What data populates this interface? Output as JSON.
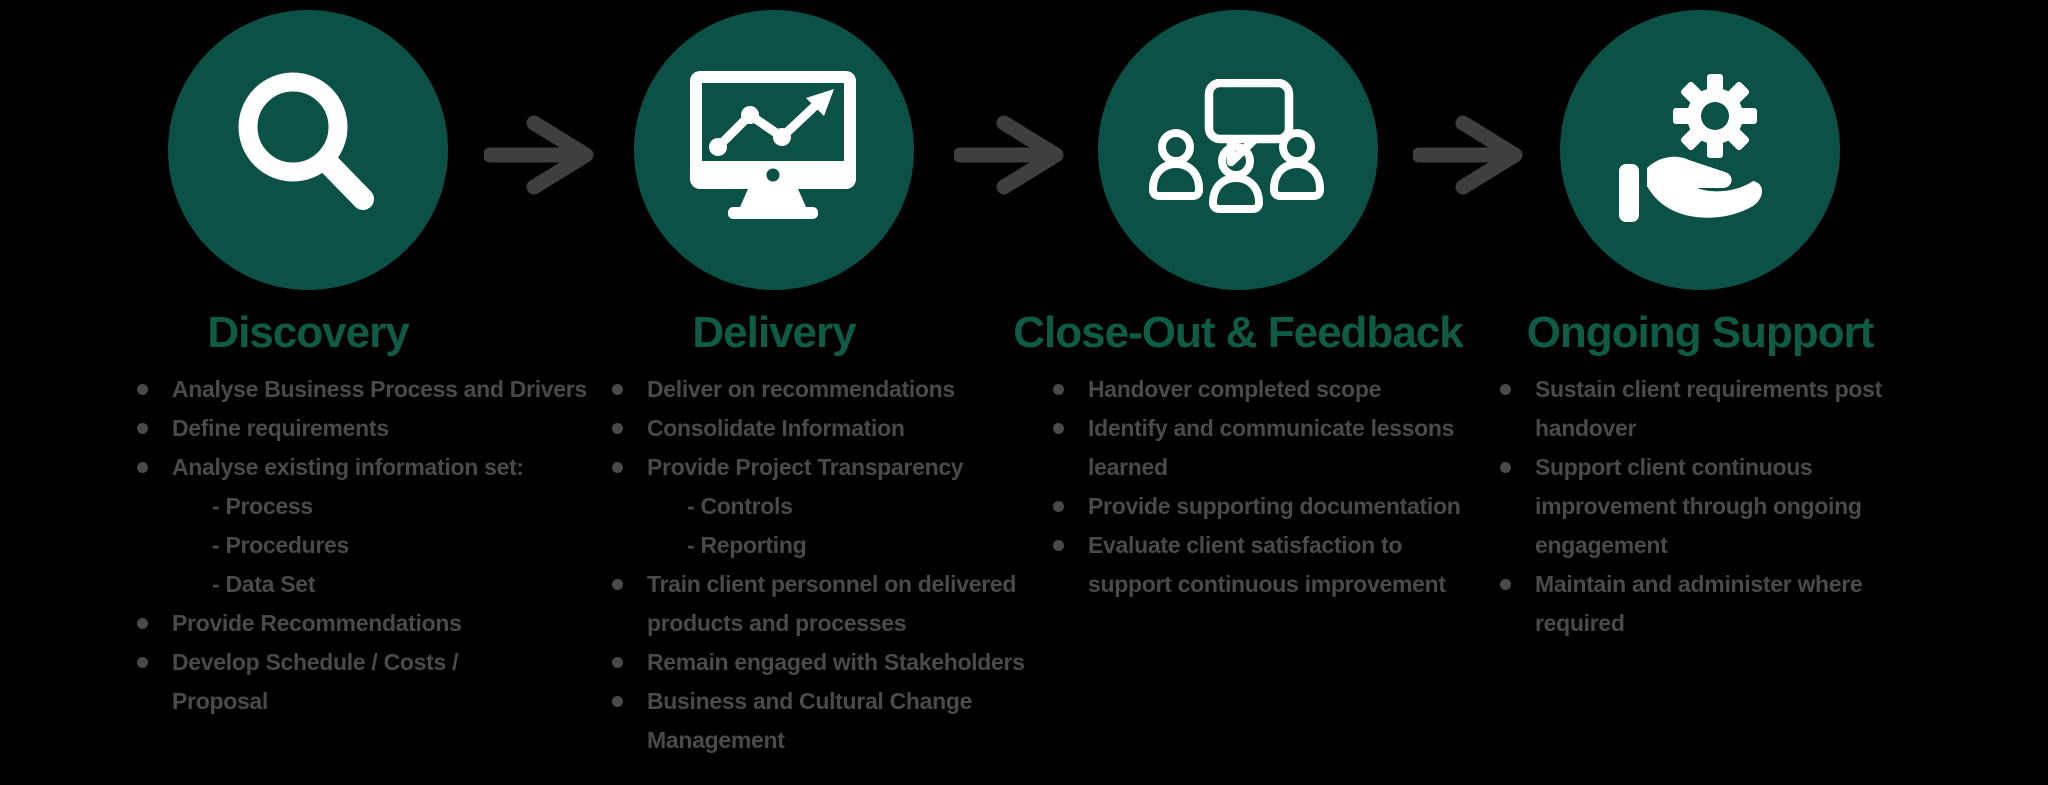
{
  "colors": {
    "page_bg": "#000000",
    "circle_green": "#0b5146",
    "heading_green": "#0e5c46",
    "text_gray": "#4a4a4a",
    "arrow_gray": "#3f3f3f",
    "icon_white": "#ffffff"
  },
  "stages": [
    {
      "title": "Discovery",
      "icon": "magnifier-icon",
      "items": [
        {
          "text": "Analyse Business Process and Drivers",
          "sub": false
        },
        {
          "text": "Define requirements",
          "sub": false
        },
        {
          "text": "Analyse existing information set:",
          "sub": false
        },
        {
          "text": "- Process",
          "sub": true
        },
        {
          "text": "- Procedures",
          "sub": true
        },
        {
          "text": "- Data Set",
          "sub": true
        },
        {
          "text": "Provide Recommendations",
          "sub": false
        },
        {
          "text": "Develop Schedule / Costs /\nProposal",
          "sub": false
        }
      ]
    },
    {
      "title": "Delivery",
      "icon": "monitor-chart-icon",
      "items": [
        {
          "text": "Deliver on recommendations",
          "sub": false
        },
        {
          "text": "Consolidate Information",
          "sub": false
        },
        {
          "text": "Provide Project Transparency",
          "sub": false
        },
        {
          "text": "- Controls",
          "sub": true
        },
        {
          "text": "- Reporting",
          "sub": true
        },
        {
          "text": "Train client personnel on delivered\nproducts and processes",
          "sub": false
        },
        {
          "text": "Remain engaged with Stakeholders",
          "sub": false
        },
        {
          "text": "Business and Cultural Change\nManagement",
          "sub": false
        }
      ]
    },
    {
      "title": "Close-Out & Feedback",
      "icon": "people-discussion-icon",
      "items": [
        {
          "text": "Handover completed scope",
          "sub": false
        },
        {
          "text": "Identify and communicate lessons\nlearned",
          "sub": false
        },
        {
          "text": "Provide supporting documentation",
          "sub": false
        },
        {
          "text": "Evaluate client satisfaction to\nsupport continuous improvement",
          "sub": false
        }
      ]
    },
    {
      "title": "Ongoing Support",
      "icon": "hand-gear-icon",
      "items": [
        {
          "text": "Sustain client requirements post\nhandover",
          "sub": false
        },
        {
          "text": "Support client continuous\nimprovement through ongoing\nengagement",
          "sub": false
        },
        {
          "text": "Maintain and administer where\nrequired",
          "sub": false
        }
      ]
    }
  ]
}
